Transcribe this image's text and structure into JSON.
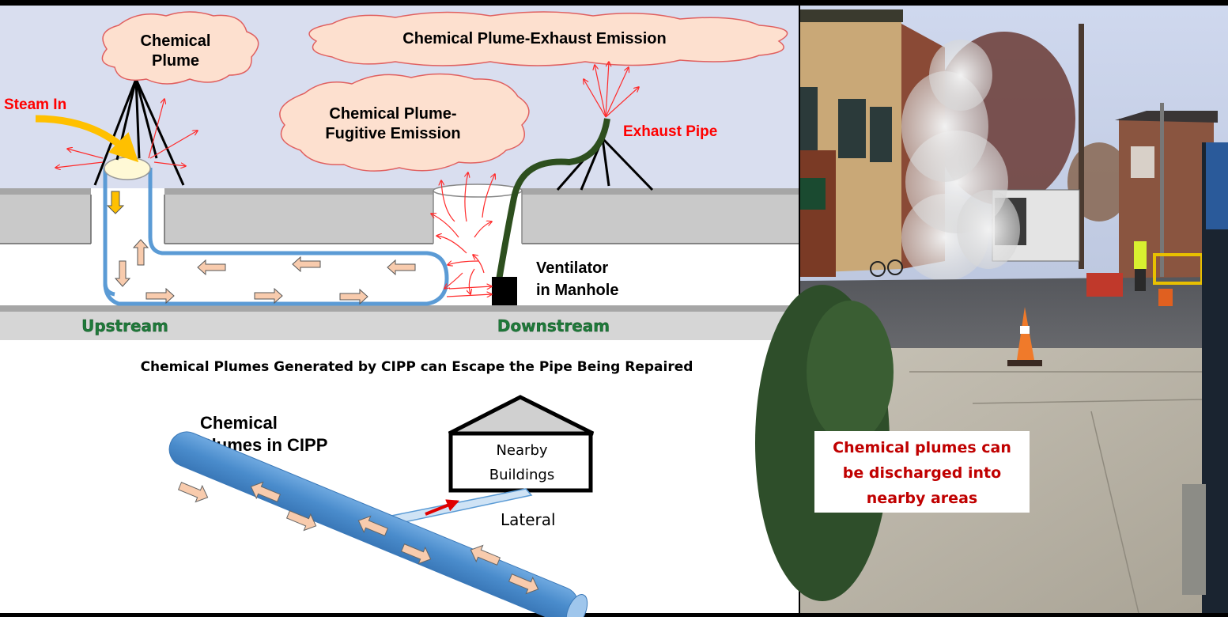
{
  "diagram": {
    "labels": {
      "chemical_plume": [
        "Chemical",
        "Plume"
      ],
      "exhaust_emission": "Chemical Plume-Exhaust Emission",
      "fugitive_emission": [
        "Chemical Plume-",
        "Fugitive Emission"
      ],
      "steam_in": "Steam In",
      "exhaust_pipe": "Exhaust Pipe",
      "ventilator": [
        "Ventilator",
        "in Manhole"
      ],
      "upstream": "Upstream",
      "downstream": "Downstream"
    },
    "caption": "Chemical Plumes Generated by CIPP can Escape the Pipe Being Repaired",
    "lower": {
      "cipp_label": [
        "Chemical",
        "Plumes in CIPP"
      ],
      "building_label": [
        "Nearby",
        "Buildings"
      ],
      "lateral_label": "Lateral"
    }
  },
  "photo": {
    "callout": [
      "Chemical plumes can",
      "be discharged into",
      "nearby areas"
    ]
  },
  "colors": {
    "sky": "#d9deef",
    "ground": "#c9c9c9",
    "cloud_fill": "#fde0cf",
    "cloud_stroke": "#e06060",
    "pipe_blue": "#5b9bd5",
    "arrow_fill": "#f8cbad",
    "steam_arrow": "#ffc000",
    "red_text": "#ff0000",
    "green_text": "#1f7a3a",
    "exhaust_hose": "#2d4f1e",
    "callout_text": "#c00000"
  }
}
